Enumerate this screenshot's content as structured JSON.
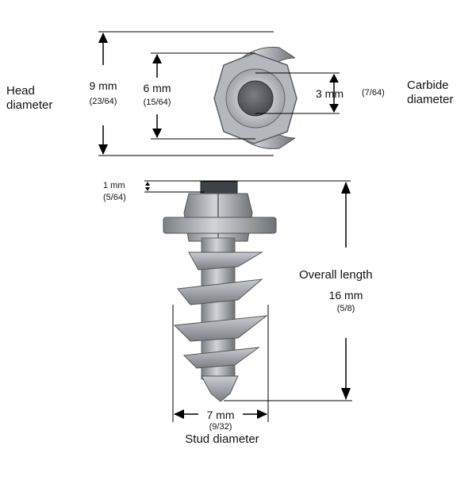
{
  "top_view": {
    "head_label": [
      "Head",
      "diameter"
    ],
    "head_mm": "9 mm",
    "head_in": "(23/64)",
    "hex_mm": "6 mm",
    "hex_in": "(15/64)",
    "carbide_mm": "3 mm",
    "carbide_in": "(7/64)",
    "carbide_label": [
      "Carbide",
      "diameter"
    ]
  },
  "side_view": {
    "protrusion_mm": "1 mm",
    "protrusion_in": "(5/64)",
    "length_label": "Overall length",
    "length_mm": "16 mm",
    "length_in": "(5/8)",
    "stud_mm": "7 mm",
    "stud_in": "(9/32)",
    "stud_label": "Stud diameter"
  },
  "colors": {
    "metal": "#a8acb0",
    "carbide": "#55595e",
    "line": "#000000"
  }
}
